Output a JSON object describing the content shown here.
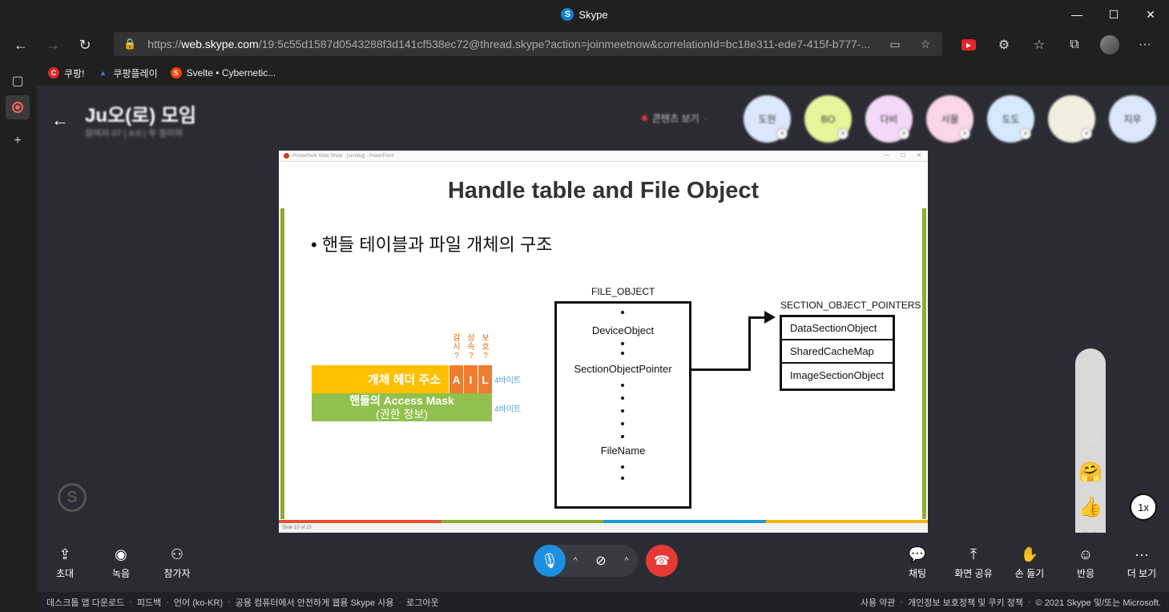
{
  "window": {
    "title": "Skype",
    "controls": [
      "—",
      "☐",
      "✕"
    ]
  },
  "browser": {
    "url_scheme": "https://",
    "url_host": "web.skype.com",
    "url_path": "/19:5c55d1587d0543288f3d141cf538ec72@thread.skype?action=joinmeetnow&correlationId=bc18e311-ede7-415f-b777-..."
  },
  "bookmarks": [
    {
      "label": "쿠팡!",
      "icon": "coupang-icon",
      "color": "#e3242b",
      "glyph": "C"
    },
    {
      "label": "쿠팡플레이",
      "icon": "coupangplay-icon",
      "color": "#1d8fe0",
      "glyph": "▲"
    },
    {
      "label": "Svelte • Cybernetic...",
      "icon": "svelte-icon",
      "color": "#ff3e00",
      "glyph": "S"
    }
  ],
  "meeting": {
    "title": "Ju오(로) 모임",
    "subtitle": "참여자 07 | 4:0 | 우 정리하",
    "view_label": "콘텐츠 보기"
  },
  "participants": [
    {
      "initials": "도현",
      "color": "#dbe7fb"
    },
    {
      "initials": "BO",
      "color": "#e6f59a"
    },
    {
      "initials": "다비",
      "color": "#f3d9f7"
    },
    {
      "initials": "서율",
      "color": "#fad6e6"
    },
    {
      "initials": "도도",
      "color": "#d6e8fb"
    },
    {
      "initials": "",
      "color": "#f0efe0"
    },
    {
      "initials": "지우",
      "color": "#dbe7fb"
    }
  ],
  "slide": {
    "app_bar": "PowerPoint Slide Show - [sendkg] - PowerPoint",
    "title": "Handle table and File Object",
    "bullet": "• 핸들 테이블과 파일 개체의 구조",
    "labels_top": [
      "감\n시\n?",
      "상\n속\n?",
      "보\n호\n?"
    ],
    "header_text": "개체 헤더 주소",
    "header_cells": [
      "A",
      "I",
      "L"
    ],
    "mask_line1": "핸들의 Access Mask",
    "mask_line2": "(권한 정보)",
    "bytes_label": "4바이트",
    "file_object_label": "FILE_OBJECT",
    "file_object_items": [
      "DeviceObject",
      "SectionObjectPointer",
      "FileName"
    ],
    "sop_label": "SECTION_OBJECT_POINTERS",
    "sop_items": [
      "DataSectionObject",
      "SharedCacheMap",
      "ImageSectionObject"
    ],
    "footer_colors": [
      "#e6502c",
      "#8cae2c",
      "#1d9ad6",
      "#f5b400"
    ],
    "status": "Slide 10 of 23"
  },
  "reactions": [
    "😟",
    "😐",
    "😄",
    "🤗",
    "👍",
    "❤️"
  ],
  "speed_label": "1x",
  "toolbar": {
    "invite": "초대",
    "record": "녹음",
    "participants": "참가자",
    "chat": "채팅",
    "share": "화면 공유",
    "raise_hand": "손 들기",
    "react": "반응",
    "more": "더 보기"
  },
  "footer": {
    "left": [
      "데스크톱 앱 다운로드",
      "피드백",
      "언어 (ko-KR)",
      "공용 컴퓨터에서 안전하게 웹용 Skype 사용",
      "로그아웃"
    ],
    "right": [
      "사용 약관",
      "개인정보 보호정책 및 쿠키 정책",
      "© 2021 Skype 및/또는 Microsoft."
    ]
  },
  "colors": {
    "accent": "#1d8fe0",
    "hangup": "#e53935",
    "content_bg": "#2b2c33"
  }
}
